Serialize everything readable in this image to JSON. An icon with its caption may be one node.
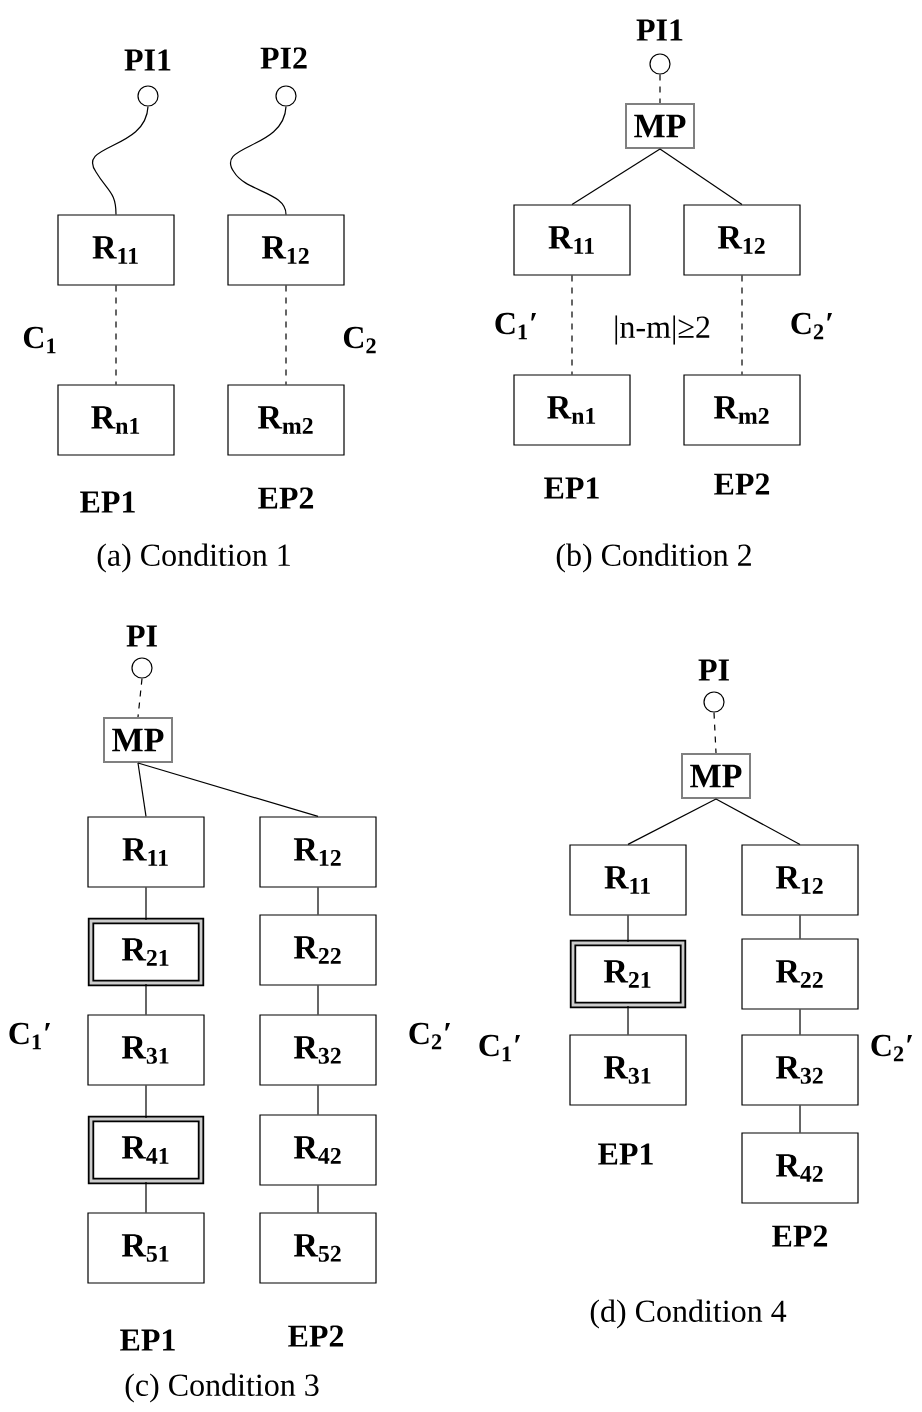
{
  "diagram": {
    "nodes": [
      {
        "text": [],
        "shape": "circle",
        "beside": [
          "PI1"
        ]
      },
      {
        "text": [],
        "shape": "circle",
        "beside": [
          "PI2"
        ]
      },
      {
        "text": [
          "R$_{11}$"
        ]
      },
      {
        "text": [
          "R$_{12}$"
        ]
      },
      {
        "text": [
          "R$_{n1}$"
        ],
        "beside": [
          "EP1"
        ]
      },
      {
        "text": [
          "R$_{m2}$"
        ],
        "beside": [
          "EP2"
        ]
      },
      {
        "text": [],
        "shape": "circle",
        "beside": [
          "PI1"
        ]
      },
      {
        "text": [
          "MP"
        ]
      },
      {
        "text": [
          "R$_{11}$"
        ]
      },
      {
        "text": [
          "R$_{12}$"
        ]
      },
      {
        "text": [
          "R$_{n1}$"
        ],
        "beside": [
          "EP1"
        ]
      },
      {
        "text": [
          "R$_{m2}$"
        ],
        "beside": [
          "EP2"
        ]
      },
      {
        "text": [],
        "shape": "circle",
        "beside": [
          "PI"
        ]
      },
      {
        "text": [
          "MP"
        ]
      },
      {
        "text": [
          "R$_{11}$"
        ]
      },
      {
        "text": [
          "R$_{12}$"
        ]
      },
      {
        "text": [
          "R$_{21}$"
        ]
      },
      {
        "text": [
          "R$_{22}$"
        ]
      },
      {
        "text": [
          "R$_{31}$"
        ]
      },
      {
        "text": [
          "R$_{32}$"
        ]
      },
      {
        "text": [
          "R$_{41}$"
        ]
      },
      {
        "text": [
          "R$_{42}$"
        ]
      },
      {
        "text": [
          "R$_{51}$"
        ],
        "beside": [
          "EP1"
        ]
      },
      {
        "text": [
          "R$_{52}$"
        ],
        "beside": [
          "EP2"
        ]
      },
      {
        "text": [],
        "shape": "circle",
        "beside": [
          "PI"
        ]
      },
      {
        "text": [
          "MP"
        ]
      },
      {
        "text": [
          "R$_{11}$"
        ]
      },
      {
        "text": [
          "R$_{12}$"
        ]
      },
      {
        "text": [
          "R$_{21}$"
        ]
      },
      {
        "text": [
          "R$_{22}$"
        ]
      },
      {
        "text": [
          "R$_{31}$"
        ],
        "beside": [
          "EP1"
        ]
      },
      {
        "text": [
          "R$_{32}$"
        ]
      },
      {
        "text": [
          "R$_{42}$"
        ],
        "beside": [
          "EP2"
        ]
      }
    ],
    "edges": [
      {
        "from": 0,
        "to": 2,
        "arrow": "none"
      },
      {
        "from": 1,
        "to": 3,
        "arrow": "none"
      },
      {
        "from": 2,
        "to": 4,
        "arrow": "none",
        "style": "dashed"
      },
      {
        "from": 3,
        "to": 5,
        "arrow": "none",
        "style": "dashed"
      },
      {
        "from": 6,
        "to": 7,
        "arrow": "none",
        "style": "dashed"
      },
      {
        "from": 7,
        "to": 8,
        "arrow": "none"
      },
      {
        "from": 7,
        "to": 9,
        "arrow": "none"
      },
      {
        "from": 8,
        "to": 10,
        "arrow": "none",
        "style": "dashed"
      },
      {
        "from": 9,
        "to": 11,
        "arrow": "none",
        "style": "dashed"
      },
      {
        "from": 12,
        "to": 13,
        "arrow": "none",
        "style": "dashed"
      },
      {
        "from": 13,
        "to": 14,
        "arrow": "none"
      },
      {
        "from": 13,
        "to": 15,
        "arrow": "none"
      },
      {
        "from": 14,
        "to": 16,
        "arrow": "none"
      },
      {
        "from": 16,
        "to": 18,
        "arrow": "none"
      },
      {
        "from": 18,
        "to": 20,
        "arrow": "none"
      },
      {
        "from": 20,
        "to": 22,
        "arrow": "none"
      },
      {
        "from": 15,
        "to": 17,
        "arrow": "none"
      },
      {
        "from": 17,
        "to": 19,
        "arrow": "none"
      },
      {
        "from": 19,
        "to": 21,
        "arrow": "none"
      },
      {
        "from": 21,
        "to": 23,
        "arrow": "none"
      },
      {
        "from": 24,
        "to": 25,
        "arrow": "none",
        "style": "dashed"
      },
      {
        "from": 25,
        "to": 26,
        "arrow": "none"
      },
      {
        "from": 25,
        "to": 27,
        "arrow": "none"
      },
      {
        "from": 26,
        "to": 28,
        "arrow": "none"
      },
      {
        "from": 28,
        "to": 30,
        "arrow": "none"
      },
      {
        "from": 27,
        "to": 29,
        "arrow": "none"
      },
      {
        "from": 29,
        "to": 31,
        "arrow": "none"
      },
      {
        "from": 31,
        "to": 32,
        "arrow": "none"
      }
    ],
    "labels": [
      "C$_{1}$",
      "C$_{2}$",
      "(a) Condition 1",
      "C$_{1}$′",
      "|n-m|≥2",
      "C$_{2}$′",
      "(b) Condition 2",
      "C$_{1}$′",
      "C$_{2}$′",
      "(c) Condition 3",
      "C$_{1}$′",
      "C$_{2}$′",
      "(d) Condition 4"
    ]
  }
}
